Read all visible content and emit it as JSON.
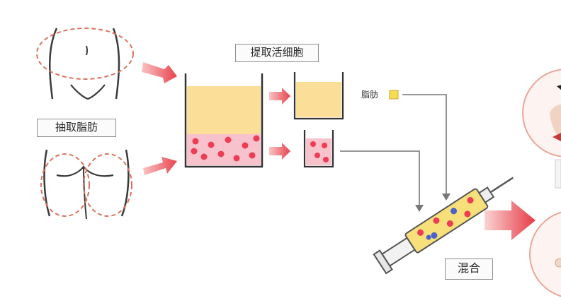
{
  "labels": {
    "extract_fat": "抽取脂肪",
    "extract_live_cells": "提取活细胞",
    "fat": "脂肪",
    "mix": "混合"
  },
  "colors": {
    "dashed_outline": "#d9735f",
    "body_outline": "#3a3a3a",
    "fat_layer": "#fbdf98",
    "cell_layer": "#f8c2cc",
    "cell_dot": "#ec3d55",
    "arrow_red": "#ea4d57",
    "connector_gray": "#777777",
    "fat_marker": "#f6dc52",
    "syringe_barrel": "#f7e07a",
    "blue_particle": "#4a62c9"
  },
  "icons": [
    "abdomen-figure",
    "buttocks-figure",
    "beaker-separation",
    "syringe-mixing"
  ]
}
